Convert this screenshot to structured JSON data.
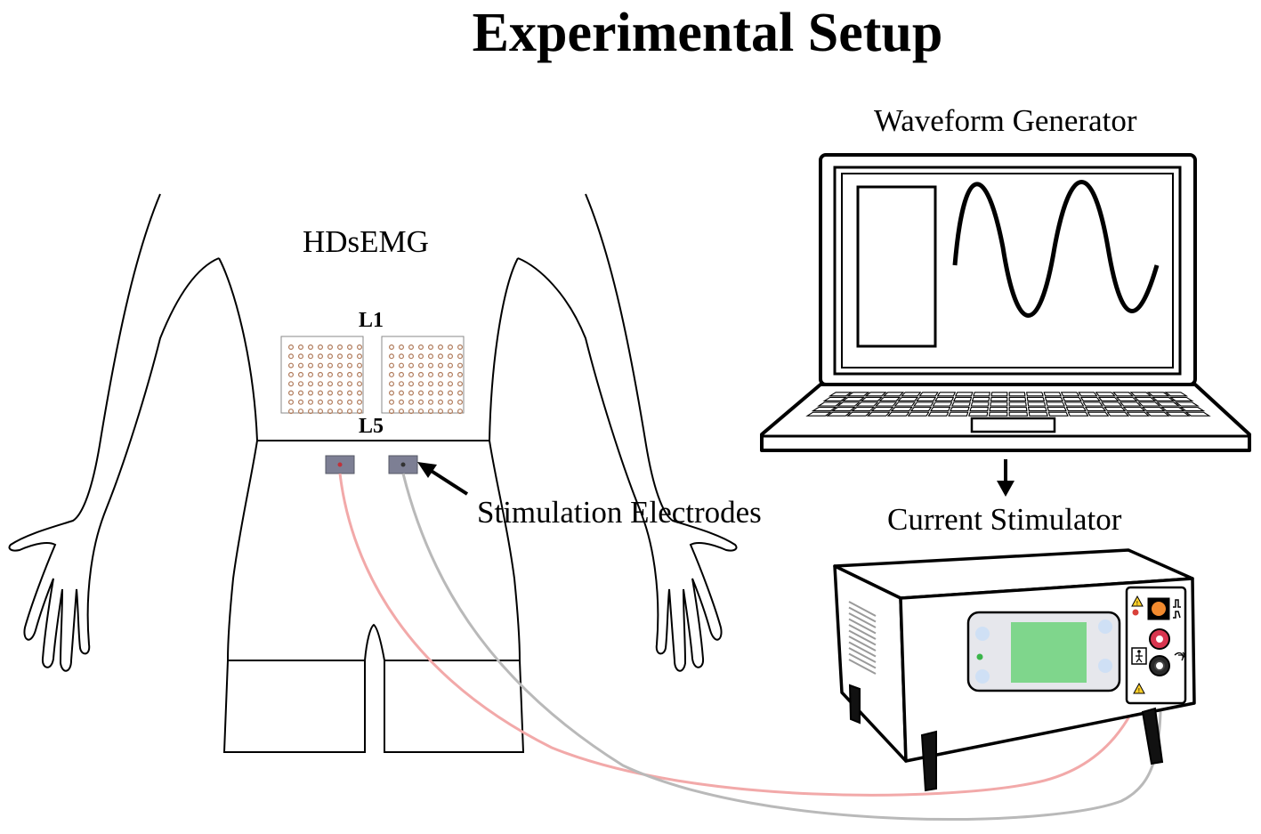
{
  "title": "Experimental Setup",
  "labels": {
    "hdsemg": "HDsEMG",
    "l1": "L1",
    "l5": "L5",
    "stimulation_electrodes": "Stimulation Electrodes",
    "waveform_generator": "Waveform Generator",
    "current_stimulator": "Current Stimulator"
  },
  "electrode_grid": {
    "rows": 8,
    "columns": 8
  },
  "colors": {
    "outline": "#000000",
    "grid_dot": "#b07a5a",
    "electrode_pad": "#7d7f94",
    "lead_red": "#f2a9a9",
    "lead_gray": "#b9b9b9",
    "stimulator_screen": "#7fd68c",
    "display_panel": "#e6e7ec",
    "knob_corner": "#cfe0f5",
    "led_green": "#3bb54a",
    "led_red": "#d9413a",
    "button_orange": "#f28a2e",
    "warning_yellow": "#ffd02a",
    "socket_red": "#d8354f"
  },
  "icons": [
    "warning-icon",
    "person-icon",
    "pulse-icon",
    "output-arrow-icon"
  ]
}
